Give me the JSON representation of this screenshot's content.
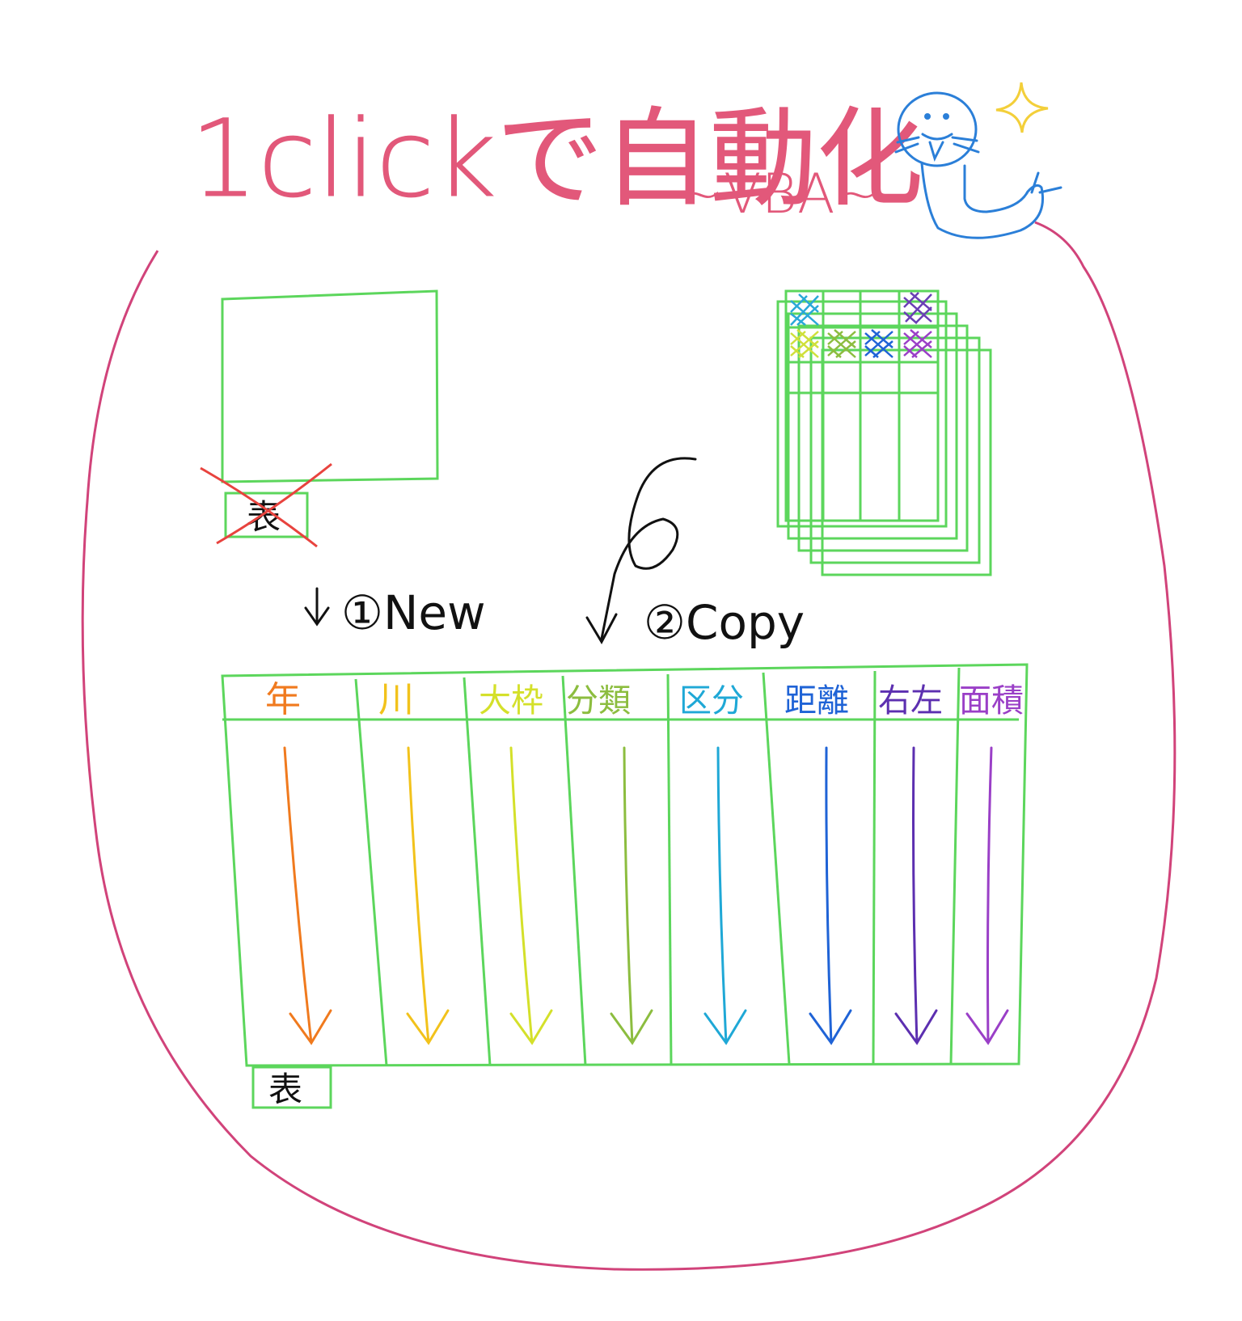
{
  "title": {
    "main": "1clickで自動化",
    "sub": "~VBA~"
  },
  "old_sheet": {
    "tab_label": "表"
  },
  "steps": {
    "new": "①New",
    "copy": "②Copy"
  },
  "new_table": {
    "headers": [
      {
        "text": "年",
        "color": "#f07a1e"
      },
      {
        "text": "川",
        "color": "#f2c21b"
      },
      {
        "text": "大枠",
        "color": "#d4e02a"
      },
      {
        "text": "分類",
        "color": "#8cbd3f"
      },
      {
        "text": "区分",
        "color": "#1fa8d6"
      },
      {
        "text": "距離",
        "color": "#1f63d6"
      },
      {
        "text": "右左",
        "color": "#5c2fb0"
      },
      {
        "text": "面積",
        "color": "#9a3fc7"
      }
    ],
    "tab_label": "表"
  },
  "colors": {
    "title": "#e2587a",
    "outline": "#d1437a",
    "grid": "#5cd65c",
    "ink": "#111111",
    "cross": "#e8433e",
    "seal": "#2b7fd8",
    "sparkle": "#f3cf3a",
    "hatch": [
      "#2aa8d8",
      "#cfe03a",
      "#8cbd3f",
      "#1f63d6",
      "#6a3fb5",
      "#9a3fc7"
    ]
  },
  "icons": {
    "mascot": "seal-mascot-icon",
    "sparkle": "sparkle-icon",
    "delete": "cross-out-icon",
    "arrow": "down-arrow-icon"
  }
}
